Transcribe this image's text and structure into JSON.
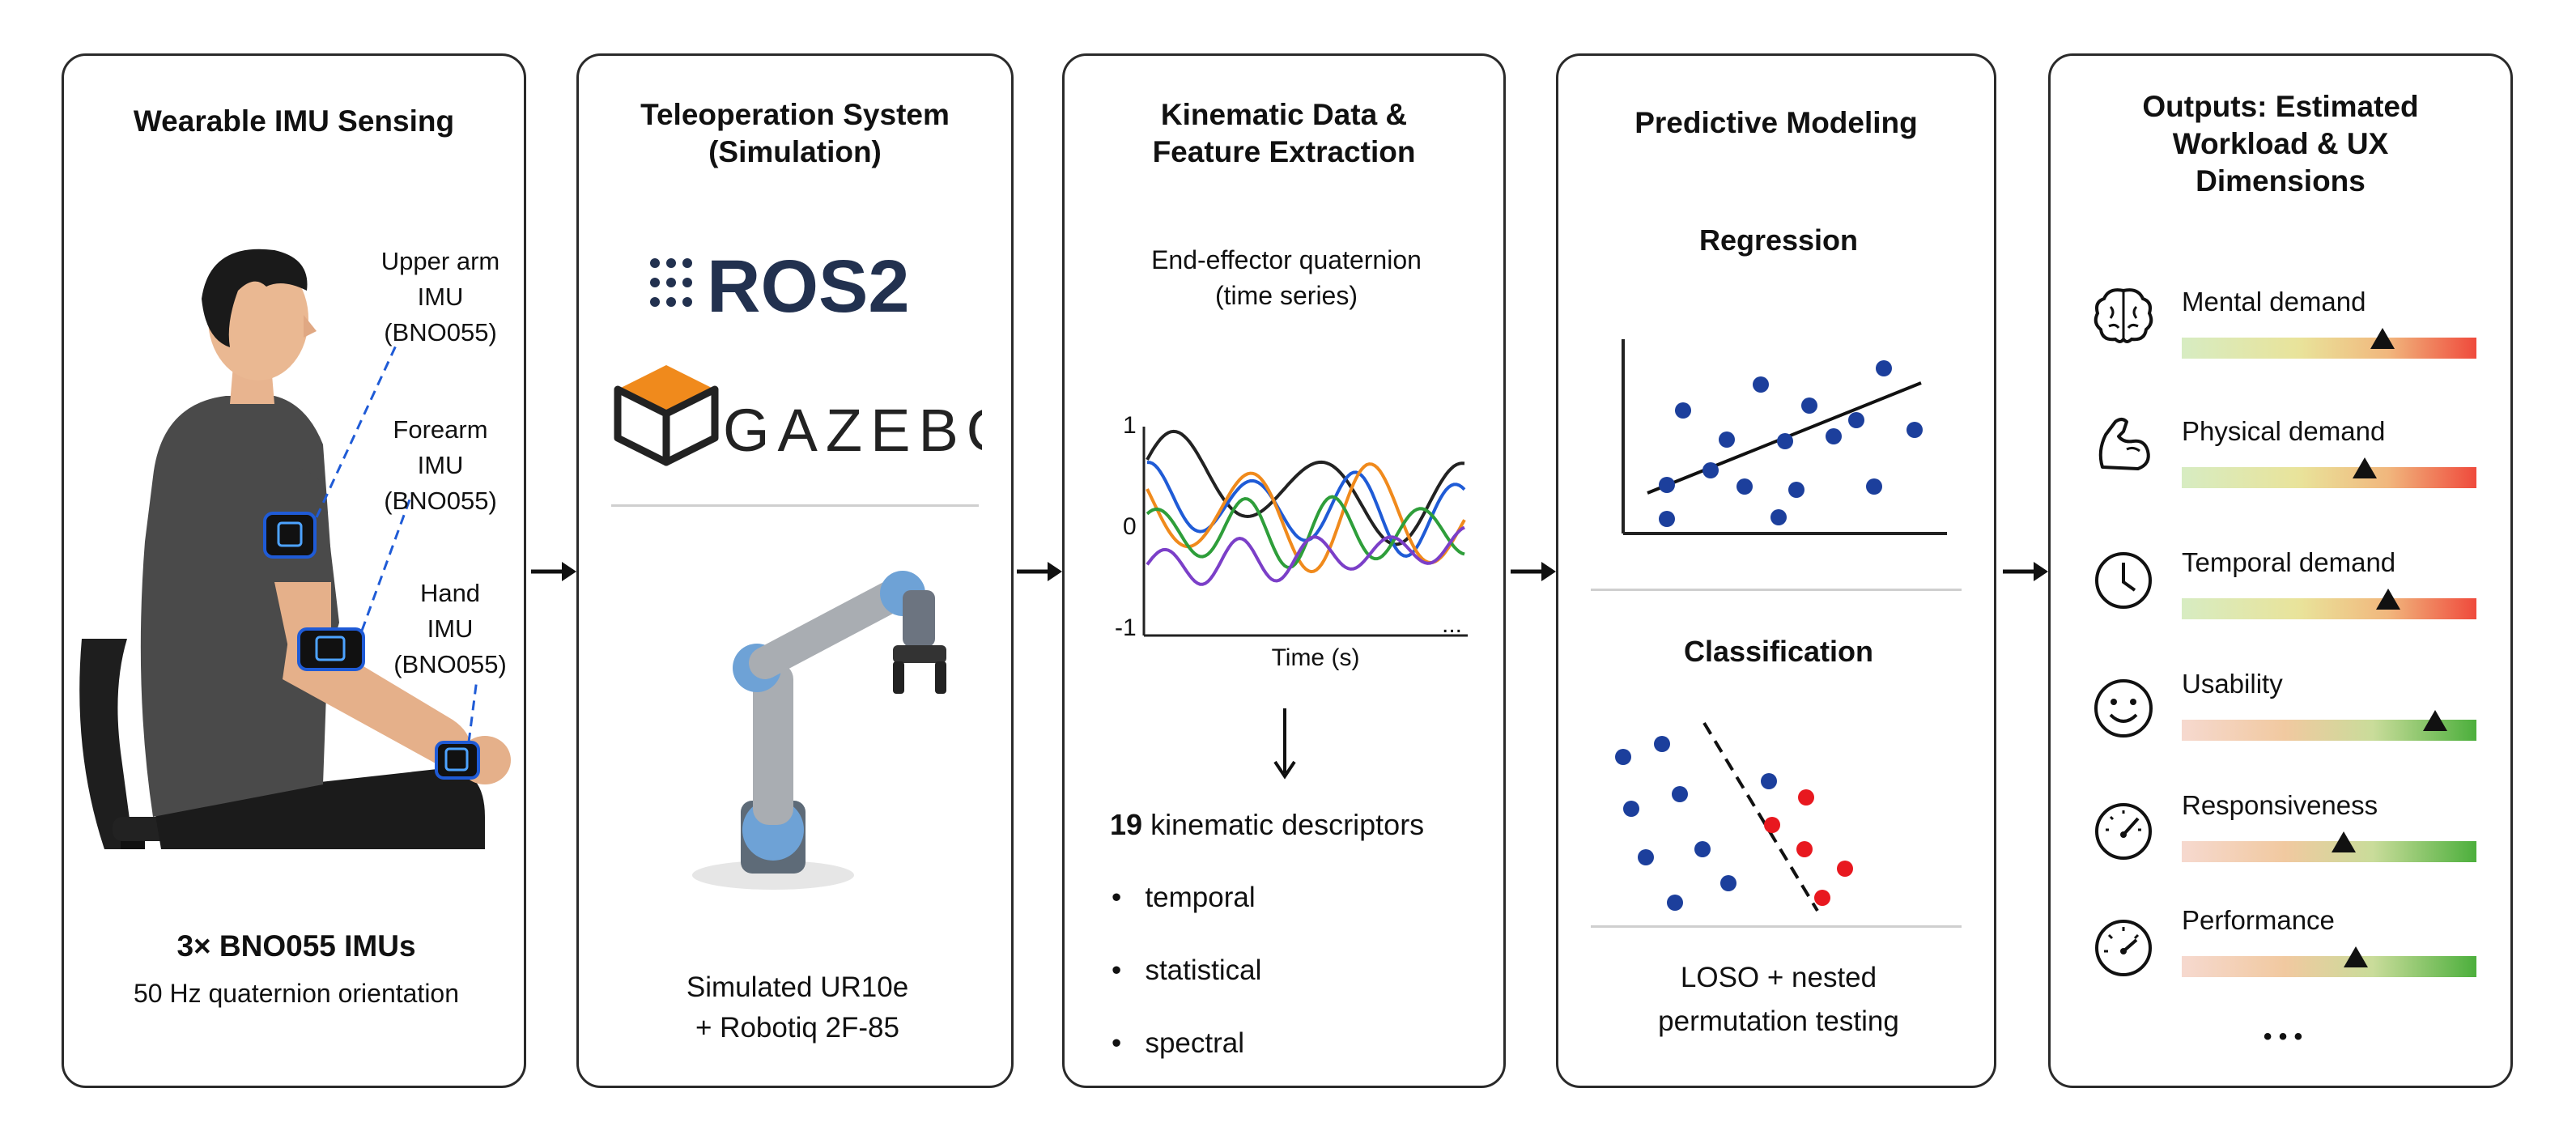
{
  "panels": {
    "sensing": {
      "title": "Wearable IMU Sensing",
      "labels": {
        "upper": [
          "Upper arm",
          "IMU",
          "(BNO055)"
        ],
        "forearm": [
          "Forearm",
          "IMU",
          "(BNO055)"
        ],
        "hand": [
          "Hand",
          "IMU",
          "(BNO055)"
        ]
      },
      "footer_bold": "3× BNO055 IMUs",
      "footer": "50 Hz quaternion orientation"
    },
    "teleop": {
      "title_line1": "Teleoperation System",
      "title_line2": "(Simulation)",
      "ros_logo": "ROS2",
      "gazebo_logo": "GAZEBO",
      "footer_line1": "Simulated UR10e",
      "footer_line2": "+ Robotiq 2F-85"
    },
    "kinematic": {
      "title_line1": "Kinematic Data &",
      "title_line2": "Feature Extraction",
      "plot_caption_line1": "End-effector quaternion",
      "plot_caption_line2": "(time series)",
      "descriptor_count": "19",
      "descriptor_text": "kinematic descriptors",
      "bullets": [
        "temporal",
        "statistical",
        "spectral"
      ]
    },
    "modeling": {
      "title": "Predictive Modeling",
      "regression_label": "Regression",
      "classification_label": "Classification",
      "footer_line1": "LOSO + nested",
      "footer_line2": "permutation testing"
    },
    "outputs": {
      "title_line1": "Outputs: Estimated",
      "title_line2": "Workload & UX",
      "title_line3": "Dimensions",
      "items": [
        {
          "label": "Mental demand",
          "icon": "brain-icon",
          "level": 0.68,
          "scale": "low-good"
        },
        {
          "label": "Physical demand",
          "icon": "arm-muscle-icon",
          "level": 0.62,
          "scale": "low-good"
        },
        {
          "label": "Temporal demand",
          "icon": "clock-icon",
          "level": 0.7,
          "scale": "low-good"
        },
        {
          "label": "Usability",
          "icon": "smiley-icon",
          "level": 0.86,
          "scale": "high-good"
        },
        {
          "label": "Responsiveness",
          "icon": "speedometer-icon",
          "level": 0.55,
          "scale": "high-good"
        },
        {
          "label": "Performance",
          "icon": "gauge-icon",
          "level": 0.59,
          "scale": "high-good"
        }
      ],
      "more": "• • •"
    }
  },
  "chart_data": {
    "type": "line",
    "xlabel": "Time (s)",
    "ylabel": "",
    "ylim": [
      -1,
      1
    ],
    "yticks": [
      "1",
      "0",
      "-1"
    ],
    "x_more": "...",
    "series_colors": [
      "#222222",
      "#1f5bd6",
      "#f08a1c",
      "#2e9e3a",
      "#7b3fc8"
    ]
  },
  "colors": {
    "border": "#2a2a2a",
    "ros_blue": "#22314f",
    "gazebo_orange": "#f08a1c",
    "point_blue": "#1c3f9c",
    "point_red": "#e8181f",
    "bar_green": "#4caf3c",
    "bar_red": "#ef4a3c"
  }
}
